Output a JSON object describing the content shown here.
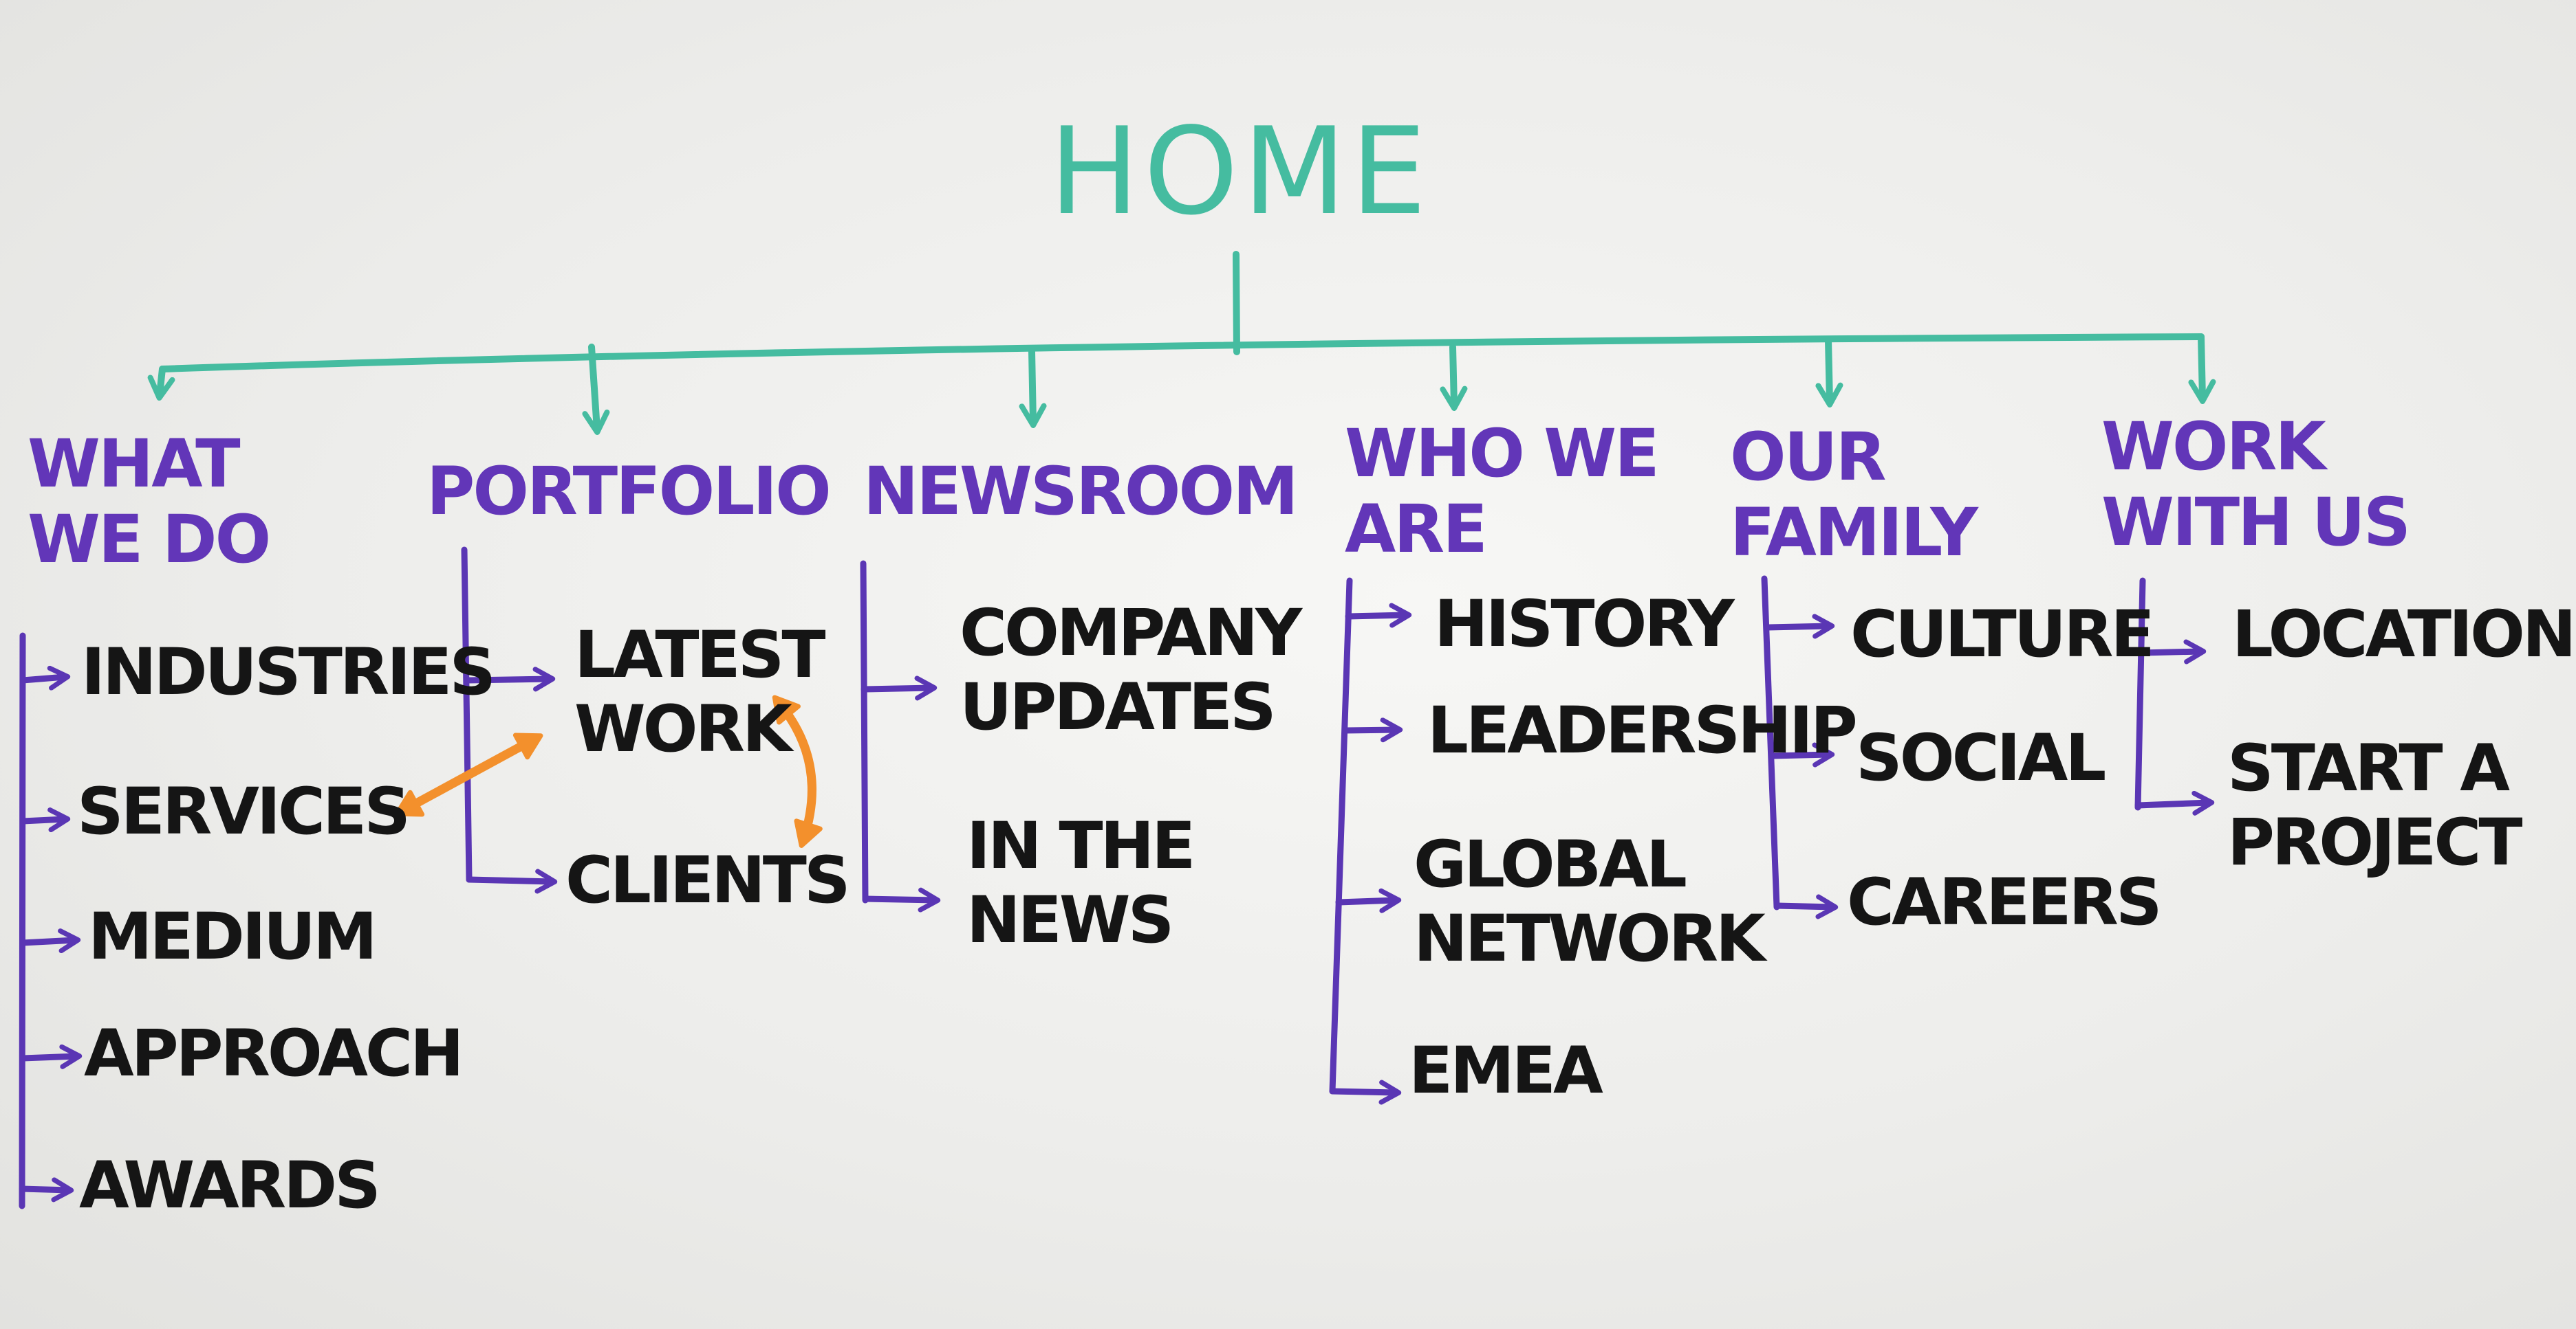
{
  "root": "HOME",
  "sections": [
    {
      "title": "WHAT\nWE DO",
      "items": [
        "INDUSTRIES",
        "SERVICES",
        "MEDIUM",
        "APPROACH",
        "AWARDS"
      ]
    },
    {
      "title": "PORTFOLIO",
      "items": [
        "LATEST\nWORK",
        "CLIENTS"
      ]
    },
    {
      "title": "NEWSROOM",
      "items": [
        "COMPANY\nUPDATES",
        "IN THE\nNEWS"
      ]
    },
    {
      "title": "WHO WE\nARE",
      "items": [
        "HISTORY",
        "LEADERSHIP",
        "GLOBAL\nNETWORK",
        "EMEA"
      ]
    },
    {
      "title": "OUR\nFAMILY",
      "items": [
        "CULTURE",
        "SOCIAL",
        "CAREERS"
      ]
    },
    {
      "title": "WORK\nWITH US",
      "items": [
        "LOCATIONS",
        "START A\nPROJECT"
      ]
    }
  ],
  "colors": {
    "root": "#45bca0",
    "sections": "#6236b8",
    "items": "#151515",
    "cross_links": "#f3902c",
    "board": "#f0f0ee"
  }
}
